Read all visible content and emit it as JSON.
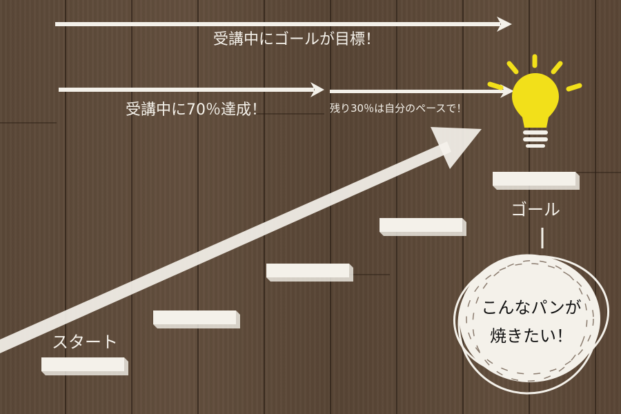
{
  "arrows": {
    "goal_label": "受講中にゴールが目標！",
    "progress_label": "受講中に70％達成！",
    "remaining_label": "残り30％は自分のペースで！"
  },
  "steps": {
    "start_label": "スタート",
    "goal_label": "ゴール"
  },
  "bubble": {
    "line1": "こんなパンが",
    "line2": "焼きたい！"
  },
  "colors": {
    "chalk": "#f4f1ea",
    "bulb": "#f2e01a",
    "wood": "#5e4a3a"
  }
}
